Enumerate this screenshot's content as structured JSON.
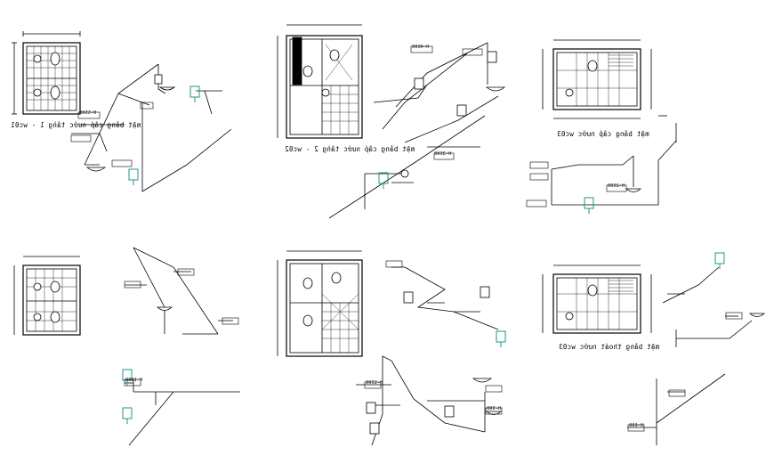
{
  "drawing": {
    "captions": {
      "plan_1": "mặt bằng cấp nước tầng 1 - wc01",
      "plan_2": "mặt bằng cấp nước tầng 2 - wc02",
      "plan_3": "mặt bằng cấp nước wc03",
      "plan_6": "mặt bằng thoát nước wc03"
    },
    "level_labels": [
      "H-5500",
      "H-4500",
      "H-3500",
      "H-2500",
      "H-1800",
      "H-1500",
      "H-900",
      "H-600"
    ],
    "colors": {
      "linework": "#000000",
      "fixture_accent": "#1a9a8a",
      "background": "#ffffff"
    },
    "icons": [
      "toilet-icon",
      "washbasin-icon",
      "water-heater-icon",
      "tile-grid",
      "floor-plan"
    ]
  }
}
